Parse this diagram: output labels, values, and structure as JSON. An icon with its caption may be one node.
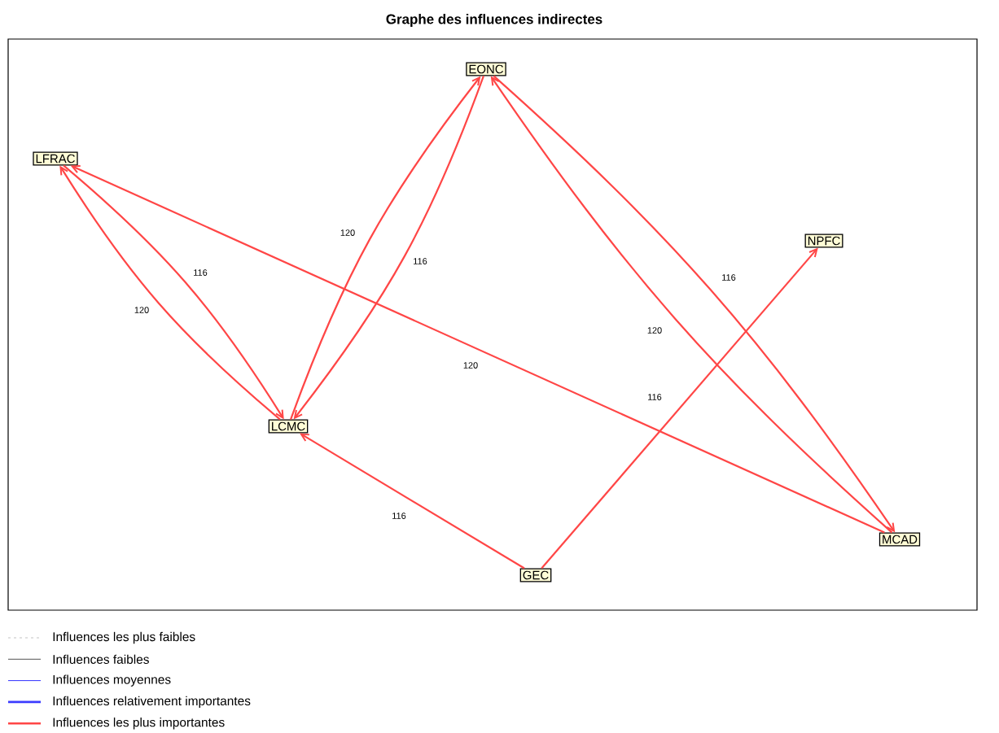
{
  "diagram": {
    "title": "Graphe des influences indirectes",
    "nodes": [
      {
        "text": [
          "EONC"
        ]
      },
      {
        "text": [
          "LFRAC"
        ]
      },
      {
        "text": [
          "NPFC"
        ]
      },
      {
        "text": [
          "LCMC"
        ]
      },
      {
        "text": [
          "MCAD"
        ]
      },
      {
        "text": [
          "GEC"
        ]
      }
    ],
    "edges": [
      {
        "from": 3,
        "to": 1,
        "arrow": "to",
        "label": "120"
      },
      {
        "from": 1,
        "to": 3,
        "arrow": "to",
        "label": "116"
      },
      {
        "from": 3,
        "to": 0,
        "arrow": "to",
        "label": "120"
      },
      {
        "from": 0,
        "to": 3,
        "arrow": "to",
        "label": "116"
      },
      {
        "from": 4,
        "to": 1,
        "arrow": "to",
        "label": "120"
      },
      {
        "from": 0,
        "to": 4,
        "arrow": "to",
        "label": "116"
      },
      {
        "from": 4,
        "to": 0,
        "arrow": "to",
        "label": "120"
      },
      {
        "from": 5,
        "to": 3,
        "arrow": "to",
        "label": "116"
      },
      {
        "from": 5,
        "to": 2,
        "arrow": "to",
        "label": "116"
      }
    ],
    "legend": [
      {
        "text": "Influences les plus faibles"
      },
      {
        "text": "Influences faibles"
      },
      {
        "text": "Influences moyennes"
      },
      {
        "text": "Influences relativement importantes"
      },
      {
        "text": "Influences les plus importantes"
      }
    ]
  }
}
